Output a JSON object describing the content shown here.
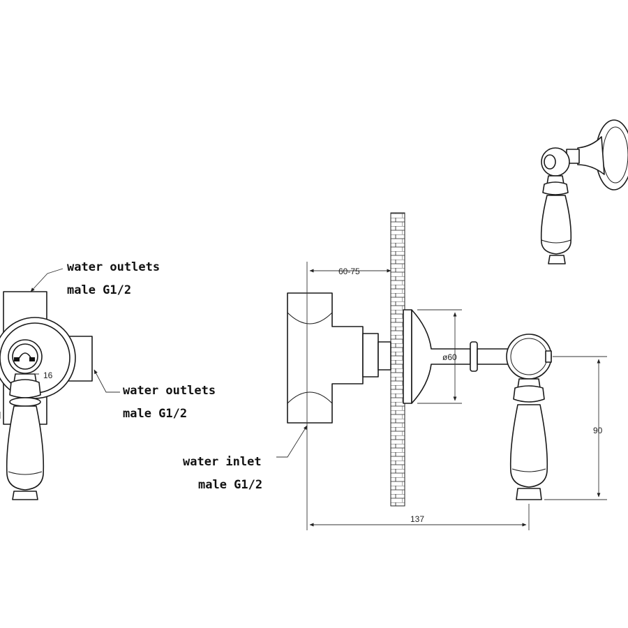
{
  "labels": {
    "left_top_callout_line1": "water outlets",
    "left_top_callout_line2": "male G1/2",
    "left_right_callout_line1": "water outlets",
    "left_right_callout_line2": "male G1/2",
    "inlet_callout_line1": "water inlet",
    "inlet_callout_line2": "male G1/2"
  },
  "dimensions": {
    "wall_depth": "60-75",
    "rose_diameter": "ø60",
    "handle_height": "90",
    "overall_depth": "137",
    "handle_offset": "16"
  }
}
